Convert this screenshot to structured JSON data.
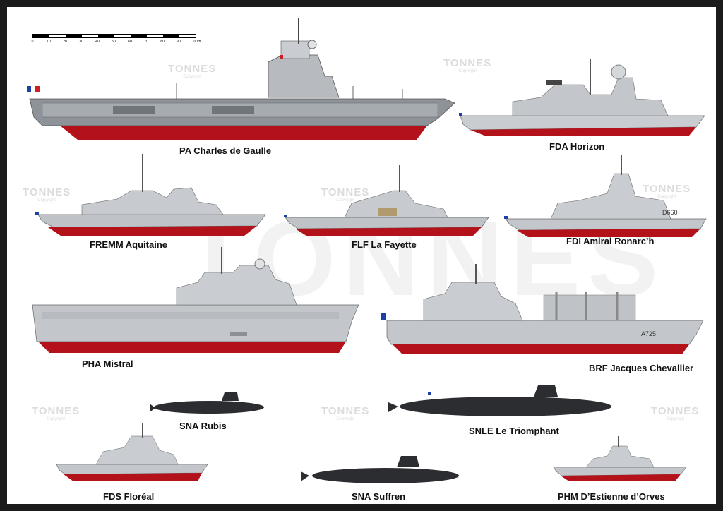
{
  "scale_ticks": [
    "0",
    "10",
    "20",
    "30",
    "40",
    "50",
    "60",
    "70",
    "80",
    "90",
    "100m"
  ],
  "watermark": {
    "brand": "TONNES",
    "sub": "Copyright",
    "big": "TONNES"
  },
  "ships": [
    {
      "id": "pa",
      "label": "PA Charles de Gaulle"
    },
    {
      "id": "fda",
      "label": "FDA Horizon"
    },
    {
      "id": "fremm",
      "label": "FREMM Aquitaine"
    },
    {
      "id": "flf",
      "label": "FLF La Fayette"
    },
    {
      "id": "fdi",
      "label": "FDI Amiral Ronarc’h"
    },
    {
      "id": "pha",
      "label": "PHA Mistral"
    },
    {
      "id": "brf",
      "label": "BRF Jacques Chevallier"
    },
    {
      "id": "rubis",
      "label": "SNA Rubis"
    },
    {
      "id": "triomphant",
      "label": "SNLE Le Triomphant"
    },
    {
      "id": "floreal",
      "label": "FDS Floréal"
    },
    {
      "id": "suffren",
      "label": "SNA Suffren"
    },
    {
      "id": "phm",
      "label": "PHM D’Estienne d’Orves"
    }
  ],
  "hull_numbers": {
    "fdi": "D660",
    "brf": "A725"
  },
  "colors": {
    "hull_red": "#b3121b",
    "superstructure": "#c9ccd0",
    "dark_grey": "#7d8288",
    "submarine": "#2b2d30",
    "frame": "#1b1b1b"
  }
}
